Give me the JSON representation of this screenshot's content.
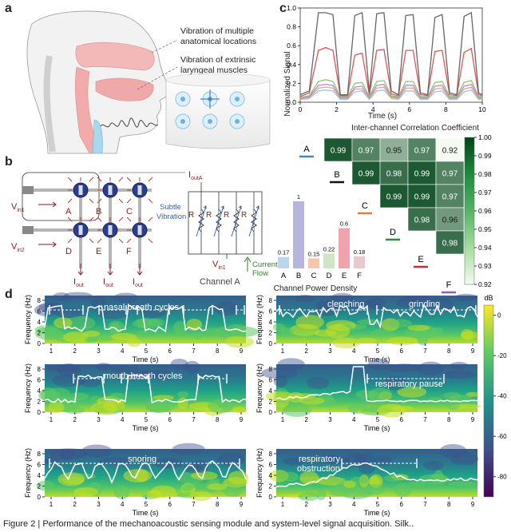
{
  "panels": {
    "a": "a",
    "b": "b",
    "c": "c",
    "d": "d"
  },
  "panel_a": {
    "label_1": "Vibration of multiple",
    "label_1b": "anatomical locations",
    "label_2": "Vibration of extrinsic",
    "label_2b": "laryngeal muscles"
  },
  "panel_b": {
    "vin1": "V",
    "vin1_sub": "in1",
    "vin2": "V",
    "vin2_sub": "in2",
    "nodes": [
      "A",
      "B",
      "C",
      "D",
      "E",
      "F"
    ],
    "iout": "I",
    "iout_sub": "out",
    "ioutA": "I",
    "ioutA_sub": "outA",
    "subtle": "Subtle",
    "vibration": "Vibration",
    "resistor": "R",
    "current": "Current",
    "flow": "Flow",
    "channel": "Channel A"
  },
  "panel_c": {
    "line_ylabel": "Normalized Signal",
    "line_xlabel": "Time (s)",
    "line_yticks": [
      "0.0",
      "0.2",
      "0.4",
      "0.6",
      "0.8",
      "1.0"
    ],
    "line_xticks": [
      "0",
      "2",
      "4",
      "6",
      "8",
      "10"
    ],
    "corr_title": "Inter-channel Correlation Coefficient",
    "power_title": "Channel Power Density",
    "cbar_ticks": [
      "1.00",
      "0.99",
      "0.98",
      "0.97",
      "0.96",
      "0.95",
      "0.94",
      "0.93",
      "0.92"
    ],
    "channel_colors": {
      "A": "#4a86b8",
      "B": "#111111",
      "C": "#e07b3a",
      "D": "#2e8b3a",
      "E": "#d6293b",
      "F": "#8e5bbf"
    }
  },
  "panel_d": {
    "ylabel": "Frequency (Hz)",
    "xlabel": "Time (s)",
    "yticks": [
      "0",
      "2",
      "4",
      "6",
      "8"
    ],
    "xticks": [
      "1",
      "2",
      "3",
      "4",
      "5",
      "6",
      "7",
      "8",
      "9"
    ],
    "titles": [
      "nasal breath cycles",
      "clenching",
      "grinding",
      "mouth breath cycles",
      "respiratory pause",
      "snoring",
      "respiratory",
      "obstruction"
    ],
    "cbar_unit": "dB",
    "cbar_ticks": [
      "0",
      "-20",
      "-40",
      "-60",
      "-80"
    ]
  },
  "caption": "Figure 2 | Performance of the mechanoacoustic sensing module and system-level signal acquisition. Silk..",
  "chart_data": [
    {
      "type": "line",
      "title": "",
      "xlabel": "Time (s)",
      "ylabel": "Normalized Signal",
      "xlim": [
        0,
        10
      ],
      "ylim": [
        0,
        1.0
      ],
      "x": [
        0,
        0.5,
        1.0,
        1.4,
        1.8,
        2.2,
        2.6,
        3.0,
        3.4,
        3.8,
        4.2,
        4.6,
        5.0,
        5.4,
        5.8,
        6.2,
        6.6,
        7.0,
        7.4,
        7.8,
        8.2,
        8.6,
        9.0,
        9.4,
        9.8,
        10.0
      ],
      "series": [
        {
          "values": [
            0.08,
            0.12,
            0.95,
            0.95,
            0.93,
            0.08,
            0.08,
            0.92,
            0.95,
            0.1,
            0.94,
            0.95,
            0.12,
            0.08,
            0.92,
            0.93,
            0.1,
            0.08,
            0.9,
            0.93,
            0.1,
            0.08,
            0.91,
            0.95,
            0.1,
            0.08
          ]
        },
        {
          "values": [
            0.06,
            0.1,
            0.55,
            0.58,
            0.55,
            0.07,
            0.07,
            0.5,
            0.52,
            0.08,
            0.55,
            0.56,
            0.09,
            0.07,
            0.55,
            0.55,
            0.08,
            0.07,
            0.54,
            0.55,
            0.08,
            0.07,
            0.53,
            0.57,
            0.08,
            0.07
          ]
        },
        {
          "values": [
            0.05,
            0.07,
            0.22,
            0.24,
            0.22,
            0.06,
            0.06,
            0.2,
            0.21,
            0.06,
            0.22,
            0.23,
            0.07,
            0.06,
            0.22,
            0.22,
            0.06,
            0.06,
            0.21,
            0.22,
            0.06,
            0.06,
            0.21,
            0.23,
            0.06,
            0.06
          ]
        },
        {
          "values": [
            0.04,
            0.06,
            0.18,
            0.19,
            0.18,
            0.05,
            0.05,
            0.16,
            0.17,
            0.05,
            0.18,
            0.19,
            0.06,
            0.05,
            0.18,
            0.18,
            0.05,
            0.05,
            0.17,
            0.18,
            0.05,
            0.05,
            0.17,
            0.19,
            0.05,
            0.05
          ]
        },
        {
          "values": [
            0.03,
            0.05,
            0.15,
            0.16,
            0.15,
            0.04,
            0.04,
            0.14,
            0.14,
            0.04,
            0.15,
            0.16,
            0.05,
            0.04,
            0.15,
            0.15,
            0.04,
            0.04,
            0.14,
            0.15,
            0.04,
            0.04,
            0.14,
            0.16,
            0.04,
            0.04
          ]
        },
        {
          "values": [
            0.03,
            0.04,
            0.12,
            0.13,
            0.12,
            0.03,
            0.03,
            0.11,
            0.12,
            0.03,
            0.12,
            0.13,
            0.04,
            0.03,
            0.12,
            0.12,
            0.03,
            0.03,
            0.11,
            0.12,
            0.03,
            0.03,
            0.11,
            0.13,
            0.03,
            0.03
          ]
        }
      ],
      "colors": [
        "#666666",
        "#e05555",
        "#8bc47a",
        "#b48bd6",
        "#e6a77a",
        "#9ec6e6"
      ]
    },
    {
      "type": "bar",
      "title": "Channel Power Density",
      "categories": [
        "A",
        "B",
        "C",
        "D",
        "E",
        "F"
      ],
      "values": [
        0.17,
        1,
        0.15,
        0.22,
        0.6,
        0.18
      ],
      "value_labels": [
        "0.17",
        "1",
        "0.15",
        "0.22",
        "0.6",
        "0.18"
      ],
      "colors": [
        "#b9d6ee",
        "#b6b6dc",
        "#f6c7a9",
        "#cfe6c6",
        "#f0a3aa",
        "#e9c9cb"
      ]
    },
    {
      "type": "heatmap",
      "title": "Inter-channel Correlation Coefficient",
      "rows": [
        "A",
        "B",
        "C",
        "D",
        "E"
      ],
      "cols": [
        "B",
        "C",
        "D",
        "E",
        "F"
      ],
      "cells": [
        [
          0.99,
          0.97,
          0.95,
          0.97,
          0.92
        ],
        [
          null,
          0.99,
          0.98,
          0.99,
          0.97
        ],
        [
          null,
          null,
          0.99,
          0.99,
          0.97
        ],
        [
          null,
          null,
          null,
          0.98,
          0.96
        ],
        [
          null,
          null,
          null,
          null,
          0.98
        ]
      ],
      "labels": [
        [
          "0.99",
          "0.97",
          "0.95",
          "0.97",
          "0.92"
        ],
        [
          "",
          "0.99",
          "0.98",
          "0.99",
          "0.97"
        ],
        [
          "",
          "",
          "0.99",
          "0.99",
          "0.97"
        ],
        [
          "",
          "",
          "",
          "0.98",
          "0.96"
        ],
        [
          "",
          "",
          "",
          "",
          "0.98"
        ]
      ],
      "colorbar": [
        0.92,
        1.0
      ]
    }
  ]
}
